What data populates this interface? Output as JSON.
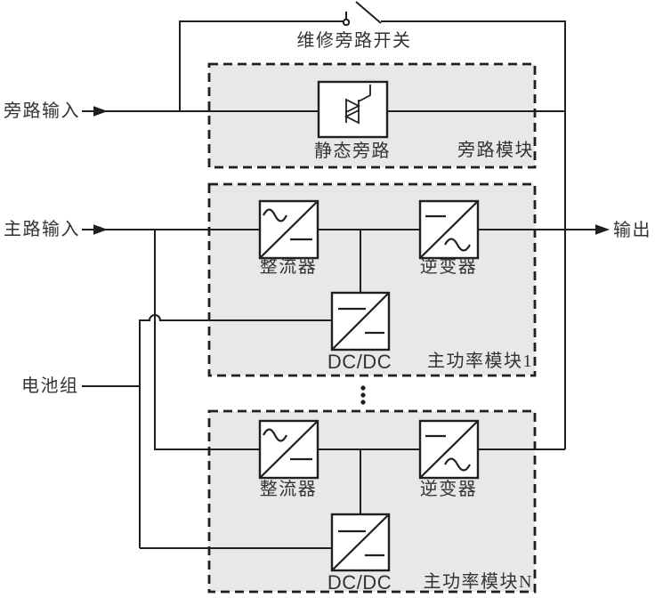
{
  "colors": {
    "line": "#1f1f1f",
    "module_fill": "#e8e8e8",
    "component_fill": "#ffffff",
    "text": "#333333",
    "background": "#ffffff"
  },
  "io_labels": {
    "bypass_input": "旁路输入",
    "main_input": "主路输入",
    "battery": "电池组",
    "output": "输出"
  },
  "maintenance_switch": {
    "label": "维修旁路开关"
  },
  "bypass_module": {
    "name": "旁路模块",
    "static_bypass_label": "静态旁路"
  },
  "power_modules": [
    {
      "name": "主功率模块1",
      "rectifier_label": "整流器",
      "inverter_label": "逆变器",
      "dcdc_label": "DC/DC"
    },
    {
      "name": "主功率模块N",
      "rectifier_label": "整流器",
      "inverter_label": "逆变器",
      "dcdc_label": "DC/DC"
    }
  ],
  "symbols": {
    "maintenance_switch_icon": "open-knife-switch",
    "static_bypass_icon": "triac-thyristor",
    "rectifier_icon": "ac-dc-converter",
    "inverter_icon": "dc-ac-converter",
    "dcdc_icon": "dc-dc-converter",
    "wire_hop_icon": "wire-crossover-hop",
    "continuation_icon": "vertical-ellipsis"
  }
}
